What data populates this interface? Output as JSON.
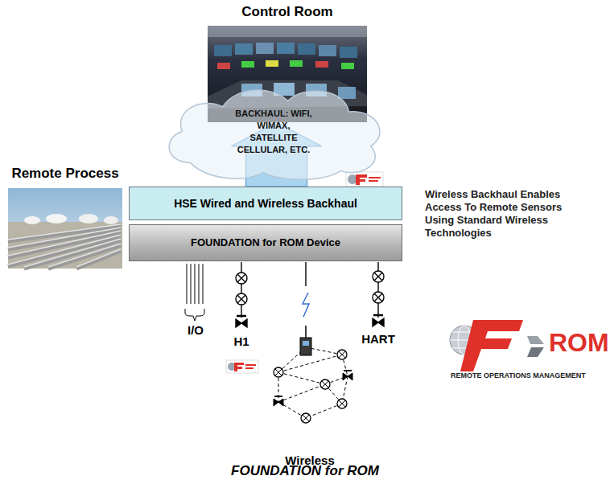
{
  "diagram": {
    "caption": "FOUNDATION for ROM",
    "nodes": [
      {
        "text": [
          "Control Room"
        ]
      },
      {
        "text": [
          "Remote Process"
        ]
      },
      {
        "text": [
          "BACKHAUL: WIFI, WIMAX, SATELLITE CELLULAR, ETC."
        ]
      },
      {
        "text": [
          "HSE Wired and Wireless Backhaul"
        ]
      },
      {
        "text": [
          "FOUNDATION for ROM Device"
        ]
      }
    ],
    "edges": [
      {
        "from": 3,
        "to": 0,
        "arrow": "to"
      }
    ],
    "labels": [
      "Wireless Backhaul Enables Access To Remote Sensors Using Standard Wireless Technologies",
      "I/O",
      "H1",
      "HART",
      "Wireless",
      "ROM",
      "REMOTE OPERATIONS MANAGEMENT"
    ]
  }
}
